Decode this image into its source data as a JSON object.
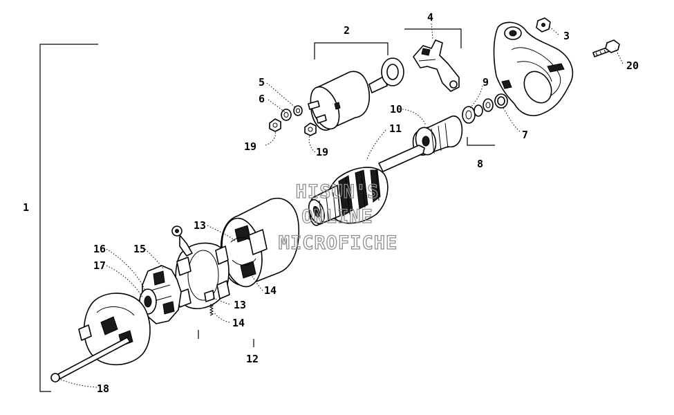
{
  "diagram": {
    "watermark_lines": [
      "HISUN'S",
      "ONLINE",
      "MICROFICHE"
    ],
    "callouts": [
      {
        "id": "c1",
        "text": "1"
      },
      {
        "id": "c2",
        "text": "2"
      },
      {
        "id": "c3",
        "text": "3"
      },
      {
        "id": "c4",
        "text": "4"
      },
      {
        "id": "c5",
        "text": "5"
      },
      {
        "id": "c6",
        "text": "6"
      },
      {
        "id": "c7",
        "text": "7"
      },
      {
        "id": "c8",
        "text": "8"
      },
      {
        "id": "c9",
        "text": "9"
      },
      {
        "id": "c10",
        "text": "10"
      },
      {
        "id": "c11",
        "text": "11"
      },
      {
        "id": "c12",
        "text": "12"
      },
      {
        "id": "c13a",
        "text": "13"
      },
      {
        "id": "c13b",
        "text": "13"
      },
      {
        "id": "c14a",
        "text": "14"
      },
      {
        "id": "c14b",
        "text": "14"
      },
      {
        "id": "c15",
        "text": "15"
      },
      {
        "id": "c16",
        "text": "16"
      },
      {
        "id": "c17",
        "text": "17"
      },
      {
        "id": "c18",
        "text": "18"
      },
      {
        "id": "c19a",
        "text": "19"
      },
      {
        "id": "c19b",
        "text": "19"
      },
      {
        "id": "c20",
        "text": "20"
      }
    ]
  }
}
